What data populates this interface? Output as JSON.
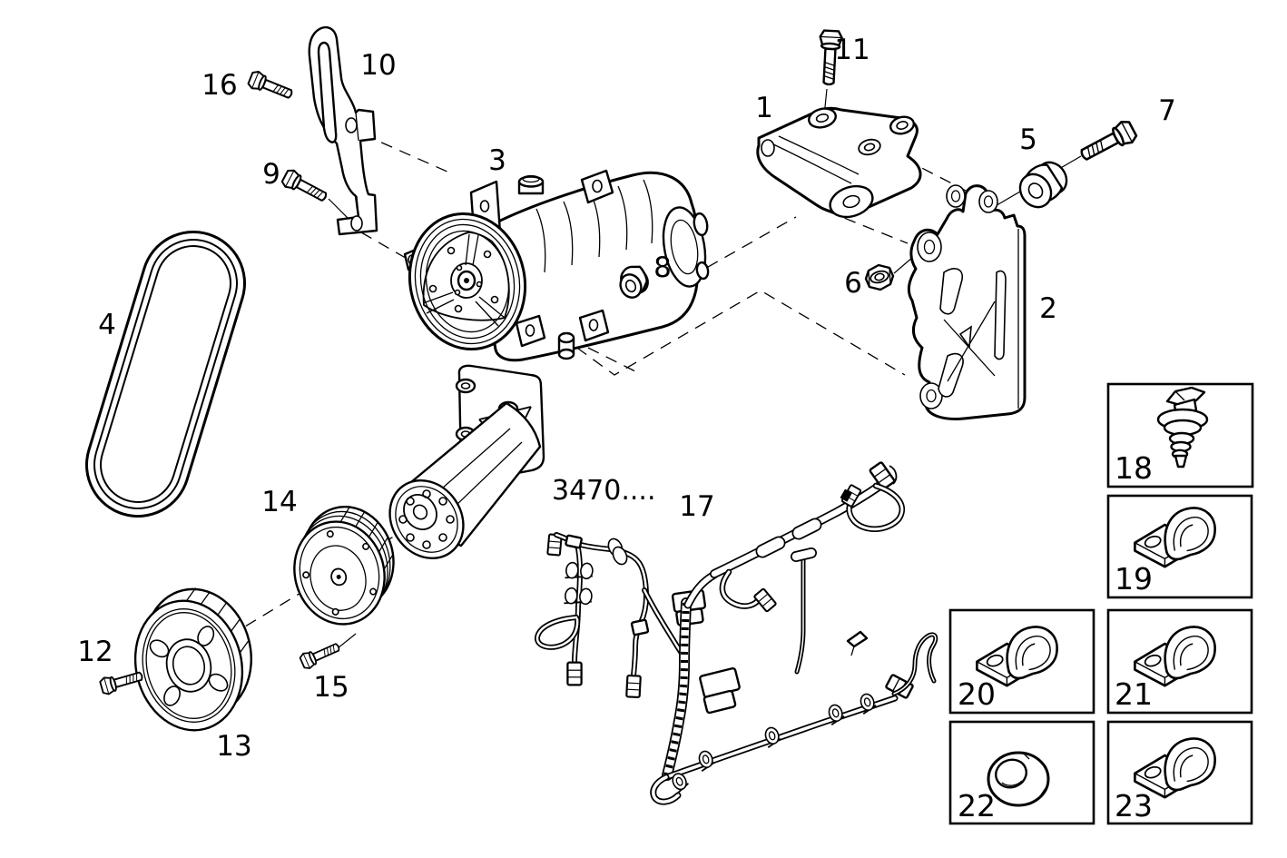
{
  "figure": {
    "part_number_label": "3470....",
    "callout_labels": [
      "1",
      "2",
      "3",
      "4",
      "5",
      "6",
      "7",
      "8",
      "9",
      "10",
      "11",
      "12",
      "13",
      "14",
      "15",
      "16",
      "17"
    ],
    "inset_labels": [
      "18",
      "19",
      "20",
      "21",
      "22",
      "23"
    ],
    "colors": {
      "line": "#000000",
      "background": "#ffffff"
    }
  }
}
